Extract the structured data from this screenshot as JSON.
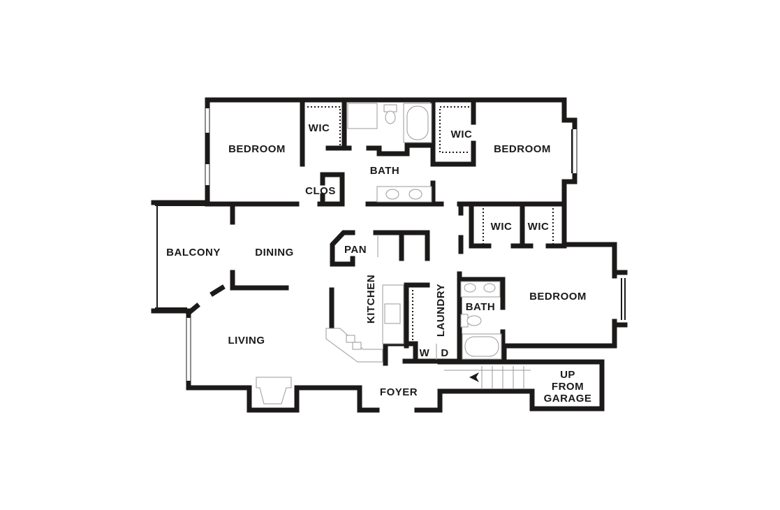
{
  "rooms": {
    "bedroom_1": "BEDROOM",
    "wic_1": "WIC",
    "bath_1": "BATH",
    "clos": "CLOS",
    "wic_2": "WIC",
    "bedroom_2": "BEDROOM",
    "balcony": "BALCONY",
    "dining": "DINING",
    "pan": "PAN",
    "wic_3": "WIC",
    "wic_4": "WIC",
    "kitchen": "KITCHEN",
    "laundry": "LAUNDRY",
    "bath_2": "BATH",
    "bedroom_3": "BEDROOM",
    "washer": "W",
    "dryer": "D",
    "living": "LIVING",
    "foyer": "FOYER",
    "garage_line1": "UP",
    "garage_line2": "FROM",
    "garage_line3": "GARAGE"
  },
  "colors": {
    "wall": "#1c1a19",
    "background": "#ffffff"
  }
}
